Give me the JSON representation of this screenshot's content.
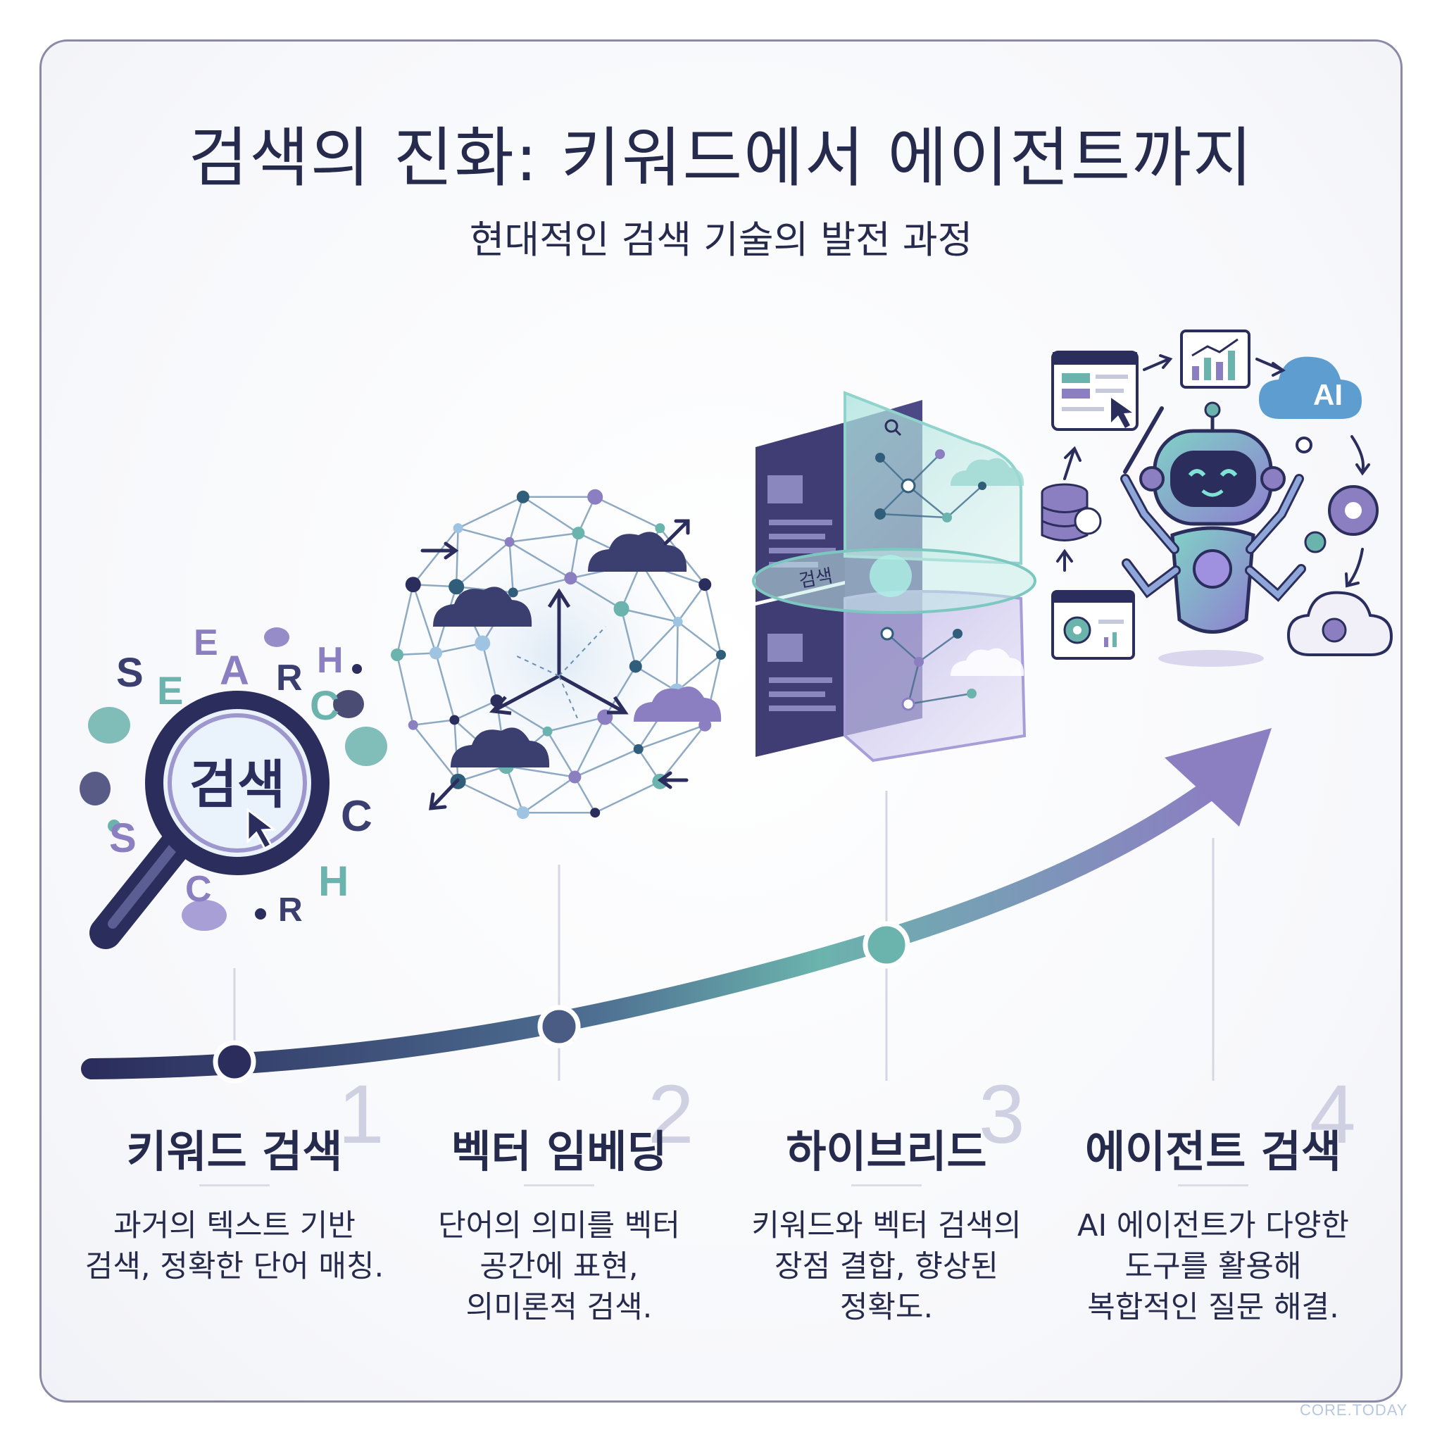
{
  "title": "검색의 진화: 키워드에서 에이전트까지",
  "subtitle": "현대적인 검색 기술의 발전 과정",
  "illustrations": {
    "magnifier_text": "검색",
    "search_letters": [
      "S",
      "E",
      "A",
      "R",
      "C",
      "H",
      "E",
      "C",
      "S",
      "C",
      "H",
      "R"
    ],
    "hybrid_label": "검색",
    "ai_cloud_label": "AI"
  },
  "stages": [
    {
      "number": "1",
      "title": "키워드 검색",
      "desc": [
        "과거의 텍스트 기반",
        "검색, 정확한 단어 매칭."
      ]
    },
    {
      "number": "2",
      "title": "벡터 임베딩",
      "desc": [
        "단어의 의미를 벡터",
        "공간에 표현,",
        "의미론적 검색."
      ]
    },
    {
      "number": "3",
      "title": "하이브리드",
      "desc": [
        "키워드와 벡터 검색의",
        "장점 결합, 향상된",
        "정확도."
      ]
    },
    {
      "number": "4",
      "title": "에이전트 검색",
      "desc": [
        "AI 에이전트가 다양한",
        "도구를 활용해",
        "복합적인 질문 해결."
      ]
    }
  ],
  "watermark": "CORE.TODAY",
  "colors": {
    "navy": "#2b2d5c",
    "teal": "#6bb3ad",
    "purple": "#8b7fc2",
    "lavender": "#cfd0e2"
  }
}
